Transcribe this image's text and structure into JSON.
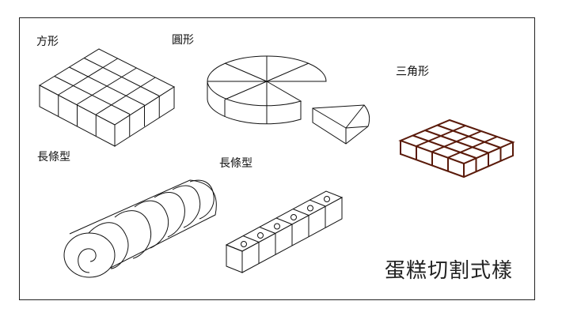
{
  "labels": {
    "square": "方形",
    "round": "圓形",
    "triangle": "三角形",
    "long_left": "長條型",
    "long_mid": "長條型"
  },
  "title": "蛋糕切割式樣",
  "colors": {
    "line": "#111111",
    "triangle_grid": "#5a1a0a",
    "frame": "#222222"
  }
}
